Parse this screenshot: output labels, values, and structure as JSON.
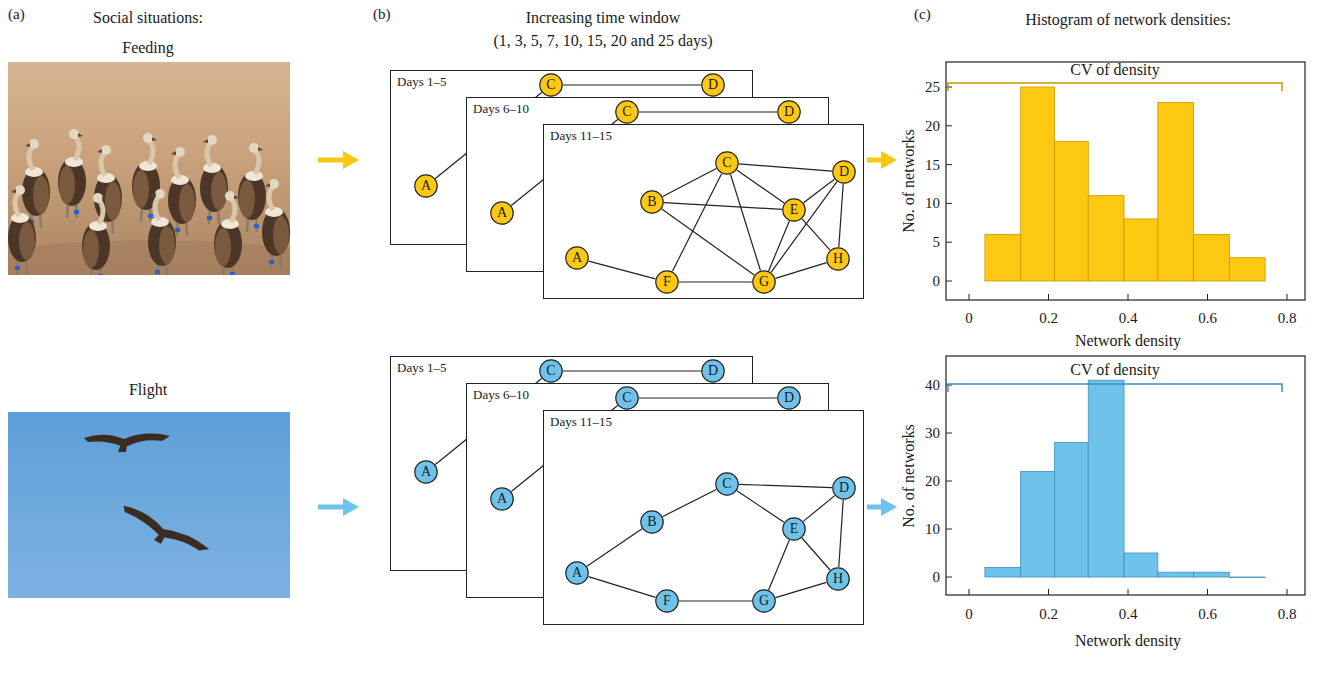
{
  "diagram": {
    "nodes": [
      {
        "text": [
          "Days 1–5"
        ]
      },
      {
        "text": [
          "A"
        ],
        "in": 0
      },
      {
        "text": [
          "C"
        ],
        "in": 0
      },
      {
        "text": [
          "D"
        ],
        "in": 0
      },
      {
        "text": [
          "Days 6–10"
        ]
      },
      {
        "text": [
          "A"
        ],
        "in": 4
      },
      {
        "text": [
          "C"
        ],
        "in": 4
      },
      {
        "text": [
          "D"
        ],
        "in": 4
      },
      {
        "text": [
          "Days 11–15"
        ]
      },
      {
        "text": [
          "A"
        ],
        "in": 8
      },
      {
        "text": [
          "B"
        ],
        "in": 8
      },
      {
        "text": [
          "C"
        ],
        "in": 8
      },
      {
        "text": [
          "D"
        ],
        "in": 8
      },
      {
        "text": [
          "E"
        ],
        "in": 8
      },
      {
        "text": [
          "F"
        ],
        "in": 8
      },
      {
        "text": [
          "G"
        ],
        "in": 8
      },
      {
        "text": [
          "H"
        ],
        "in": 8
      },
      {
        "text": [
          "Days 1–5"
        ]
      },
      {
        "text": [
          "A"
        ],
        "in": 17
      },
      {
        "text": [
          "C"
        ],
        "in": 17
      },
      {
        "text": [
          "D"
        ],
        "in": 17
      },
      {
        "text": [
          "Days 6–10"
        ]
      },
      {
        "text": [
          "A"
        ],
        "in": 21
      },
      {
        "text": [
          "C"
        ],
        "in": 21
      },
      {
        "text": [
          "D"
        ],
        "in": 21
      },
      {
        "text": [
          "Days 11–15"
        ]
      },
      {
        "text": [
          "A"
        ],
        "in": 25
      },
      {
        "text": [
          "B"
        ],
        "in": 25
      },
      {
        "text": [
          "C"
        ],
        "in": 25
      },
      {
        "text": [
          "D"
        ],
        "in": 25
      },
      {
        "text": [
          "E"
        ],
        "in": 25
      },
      {
        "text": [
          "F"
        ],
        "in": 25
      },
      {
        "text": [
          "G"
        ],
        "in": 25
      },
      {
        "text": [
          "H"
        ],
        "in": 25
      }
    ],
    "edges": [
      {
        "from": 1,
        "to": 2,
        "arrow": "none"
      },
      {
        "from": 2,
        "to": 3,
        "arrow": "none"
      },
      {
        "from": 5,
        "to": 6,
        "arrow": "none"
      },
      {
        "from": 6,
        "to": 7,
        "arrow": "none"
      },
      {
        "from": 9,
        "to": 14,
        "arrow": "none"
      },
      {
        "from": 10,
        "to": 11,
        "arrow": "none"
      },
      {
        "from": 10,
        "to": 13,
        "arrow": "none"
      },
      {
        "from": 10,
        "to": 15,
        "arrow": "none"
      },
      {
        "from": 11,
        "to": 12,
        "arrow": "none"
      },
      {
        "from": 11,
        "to": 13,
        "arrow": "none"
      },
      {
        "from": 11,
        "to": 15,
        "arrow": "none"
      },
      {
        "from": 11,
        "to": 14,
        "arrow": "none"
      },
      {
        "from": 12,
        "to": 13,
        "arrow": "none"
      },
      {
        "from": 12,
        "to": 15,
        "arrow": "none"
      },
      {
        "from": 12,
        "to": 16,
        "arrow": "none"
      },
      {
        "from": 13,
        "to": 15,
        "arrow": "none"
      },
      {
        "from": 13,
        "to": 16,
        "arrow": "none"
      },
      {
        "from": 14,
        "to": 15,
        "arrow": "none"
      },
      {
        "from": 15,
        "to": 16,
        "arrow": "none"
      },
      {
        "from": 18,
        "to": 19,
        "arrow": "none"
      },
      {
        "from": 19,
        "to": 20,
        "arrow": "none"
      },
      {
        "from": 22,
        "to": 23,
        "arrow": "none"
      },
      {
        "from": 23,
        "to": 24,
        "arrow": "none"
      },
      {
        "from": 26,
        "to": 27,
        "arrow": "none"
      },
      {
        "from": 26,
        "to": 31,
        "arrow": "none"
      },
      {
        "from": 27,
        "to": 28,
        "arrow": "none"
      },
      {
        "from": 28,
        "to": 29,
        "arrow": "none"
      },
      {
        "from": 28,
        "to": 30,
        "arrow": "none"
      },
      {
        "from": 29,
        "to": 30,
        "arrow": "none"
      },
      {
        "from": 29,
        "to": 33,
        "arrow": "none"
      },
      {
        "from": 30,
        "to": 33,
        "arrow": "none"
      },
      {
        "from": 30,
        "to": 32,
        "arrow": "none"
      },
      {
        "from": 31,
        "to": 32,
        "arrow": "none"
      },
      {
        "from": 32,
        "to": 33,
        "arrow": "none"
      }
    ],
    "labels": [
      "(a)",
      "Social situations:",
      "Feeding",
      "Flight",
      "(b)",
      "Increasing time window",
      "(1, 3, 5, 7, 10, 15, 20 and 25 days)",
      "(c)",
      "Histogram of network densities:",
      "CV of density",
      "No. of networks",
      "Network density",
      "0",
      "5",
      "10",
      "15",
      "20",
      "25",
      "0",
      "0.2",
      "0.4",
      "0.6",
      "0.8",
      "CV of density",
      "No. of networks",
      "Network density",
      "0",
      "10",
      "20",
      "30",
      "40",
      "0",
      "0.2",
      "0.4",
      "0.6",
      "0.8"
    ]
  }
}
